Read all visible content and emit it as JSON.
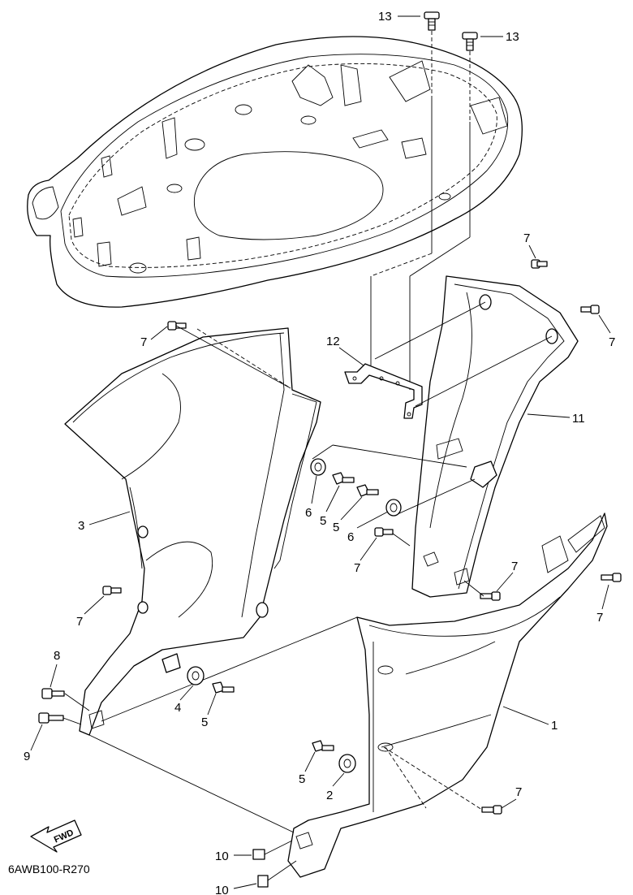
{
  "diagram": {
    "code": "6AWB100-R270",
    "fwd_label": "FWD",
    "callouts": [
      {
        "id": "c13a",
        "text": "13"
      },
      {
        "id": "c13b",
        "text": "13"
      },
      {
        "id": "c7a",
        "text": "7"
      },
      {
        "id": "c7b",
        "text": "7"
      },
      {
        "id": "c7c",
        "text": "7"
      },
      {
        "id": "c12",
        "text": "12"
      },
      {
        "id": "c11",
        "text": "11"
      },
      {
        "id": "c3",
        "text": "3"
      },
      {
        "id": "c6a",
        "text": "6"
      },
      {
        "id": "c5a",
        "text": "5"
      },
      {
        "id": "c5b",
        "text": "5"
      },
      {
        "id": "c6b",
        "text": "6"
      },
      {
        "id": "c7d",
        "text": "7"
      },
      {
        "id": "c7e",
        "text": "7"
      },
      {
        "id": "c7f",
        "text": "7"
      },
      {
        "id": "c7g",
        "text": "7"
      },
      {
        "id": "c8",
        "text": "8"
      },
      {
        "id": "c4",
        "text": "4"
      },
      {
        "id": "c5c",
        "text": "5"
      },
      {
        "id": "c9",
        "text": "9"
      },
      {
        "id": "c1",
        "text": "1"
      },
      {
        "id": "c5d",
        "text": "5"
      },
      {
        "id": "c2",
        "text": "2"
      },
      {
        "id": "c7h",
        "text": "7"
      },
      {
        "id": "c10a",
        "text": "10"
      },
      {
        "id": "c10b",
        "text": "10"
      }
    ]
  }
}
